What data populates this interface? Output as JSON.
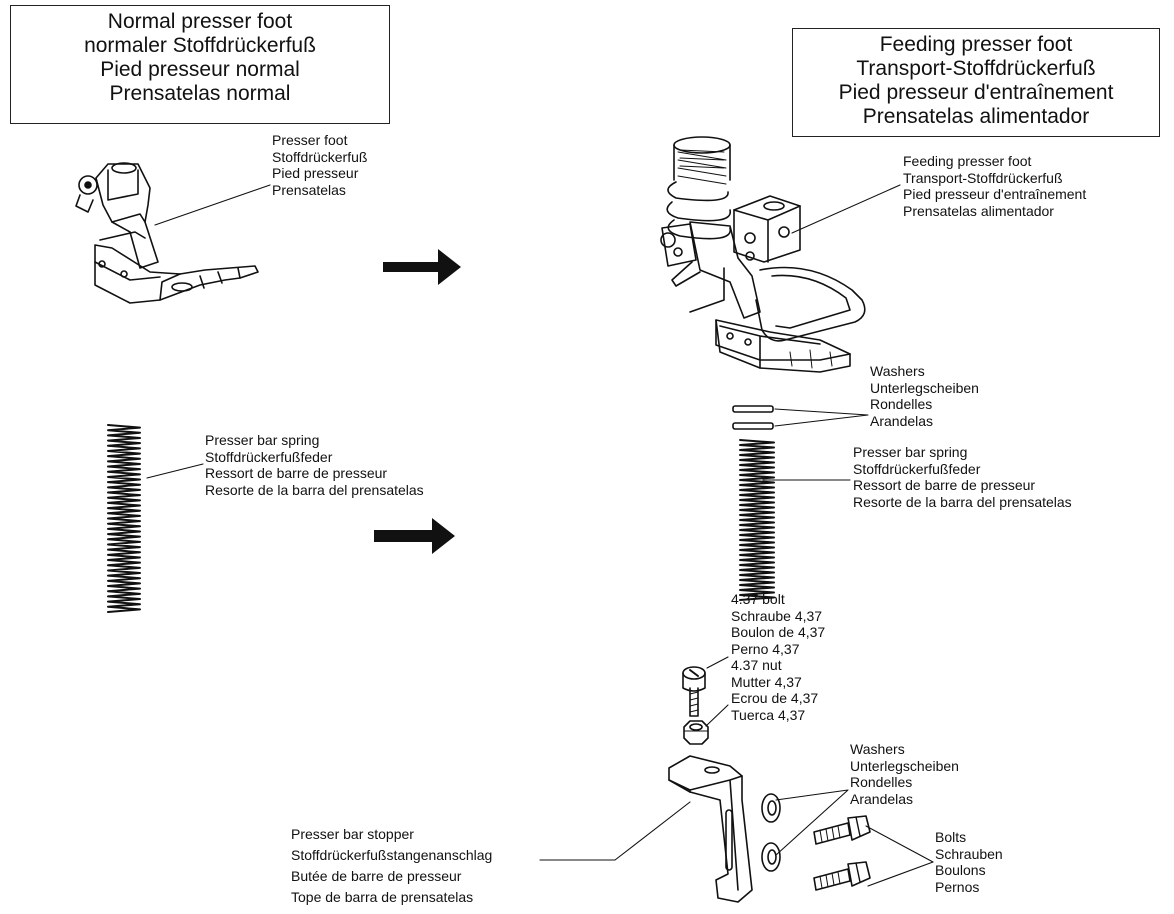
{
  "normal_box": [
    "Normal presser foot",
    "normaler Stoffdrückerfuß",
    "Pied presseur normal",
    "Prensatelas normal"
  ],
  "feeding_box": [
    "Feeding presser foot",
    "Transport-Stoffdrückerfuß",
    "Pied presseur d'entraînement",
    "Prensatelas alimentador"
  ],
  "labels": {
    "presser_foot": [
      "Presser foot",
      "Stoffdrückerfuß",
      "Pied presseur",
      "Prensatelas"
    ],
    "feeding_foot": [
      "Feeding presser foot",
      "Transport-Stoffdrückerfuß",
      "Pied presseur d'entraînement",
      "Prensatelas alimentador"
    ],
    "washers_top": [
      "Washers",
      "Unterlegscheiben",
      "Rondelles",
      "Arandelas"
    ],
    "spring_left": [
      "Presser bar spring",
      "Stoffdrückerfußfeder",
      "Ressort de barre de presseur",
      "Resorte de la barra del prensatelas"
    ],
    "spring_right": [
      "Presser bar spring",
      "Stoffdrückerfußfeder",
      "Ressort de barre de presseur",
      "Resorte de la barra del prensatelas"
    ],
    "bolt": [
      "4.37 bolt",
      "Schraube 4,37",
      "Boulon de 4,37",
      "Perno 4,37"
    ],
    "nut": [
      "4.37 nut",
      "Mutter 4,37",
      "Ecrou de 4,37",
      "Tuerca 4,37"
    ],
    "washers_bottom": [
      "Washers",
      "Unterlegscheiben",
      "Rondelles",
      "Arandelas"
    ],
    "stopper": [
      "Presser bar stopper",
      "Stoffdrückerfußstangenanschlag",
      "Butée de barre de presseur",
      "Tope de barra de prensatelas"
    ],
    "bolts": [
      "Bolts",
      "Schrauben",
      "Boulons",
      "Pernos"
    ]
  },
  "icons": [
    "presser-foot-icon",
    "feeding-presser-foot-icon",
    "spring-icon",
    "washer-icon",
    "bolt-icon",
    "nut-icon",
    "stopper-icon",
    "arrow-right-icon"
  ]
}
